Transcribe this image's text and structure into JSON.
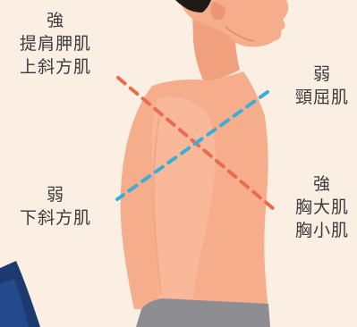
{
  "labels": {
    "upper_strong": {
      "level": "強",
      "line1": "提肩胛肌",
      "line2": "上斜方肌"
    },
    "upper_weak": {
      "level": "弱",
      "line1": "頸屈肌"
    },
    "lower_weak": {
      "level": "弱",
      "line1": "下斜方肌"
    },
    "lower_strong": {
      "level": "強",
      "line1": "胸大肌",
      "line2": "胸小肌"
    }
  },
  "colors": {
    "background": "#fbeee2",
    "skin": "#f6ad8c",
    "skin_shadow": "#ec9672",
    "hair": "#1f1a17",
    "pants": "#8e8e92",
    "strong_line": "#ec6b4e",
    "weak_line": "#3aaed6",
    "text": "#3b3b3b"
  }
}
